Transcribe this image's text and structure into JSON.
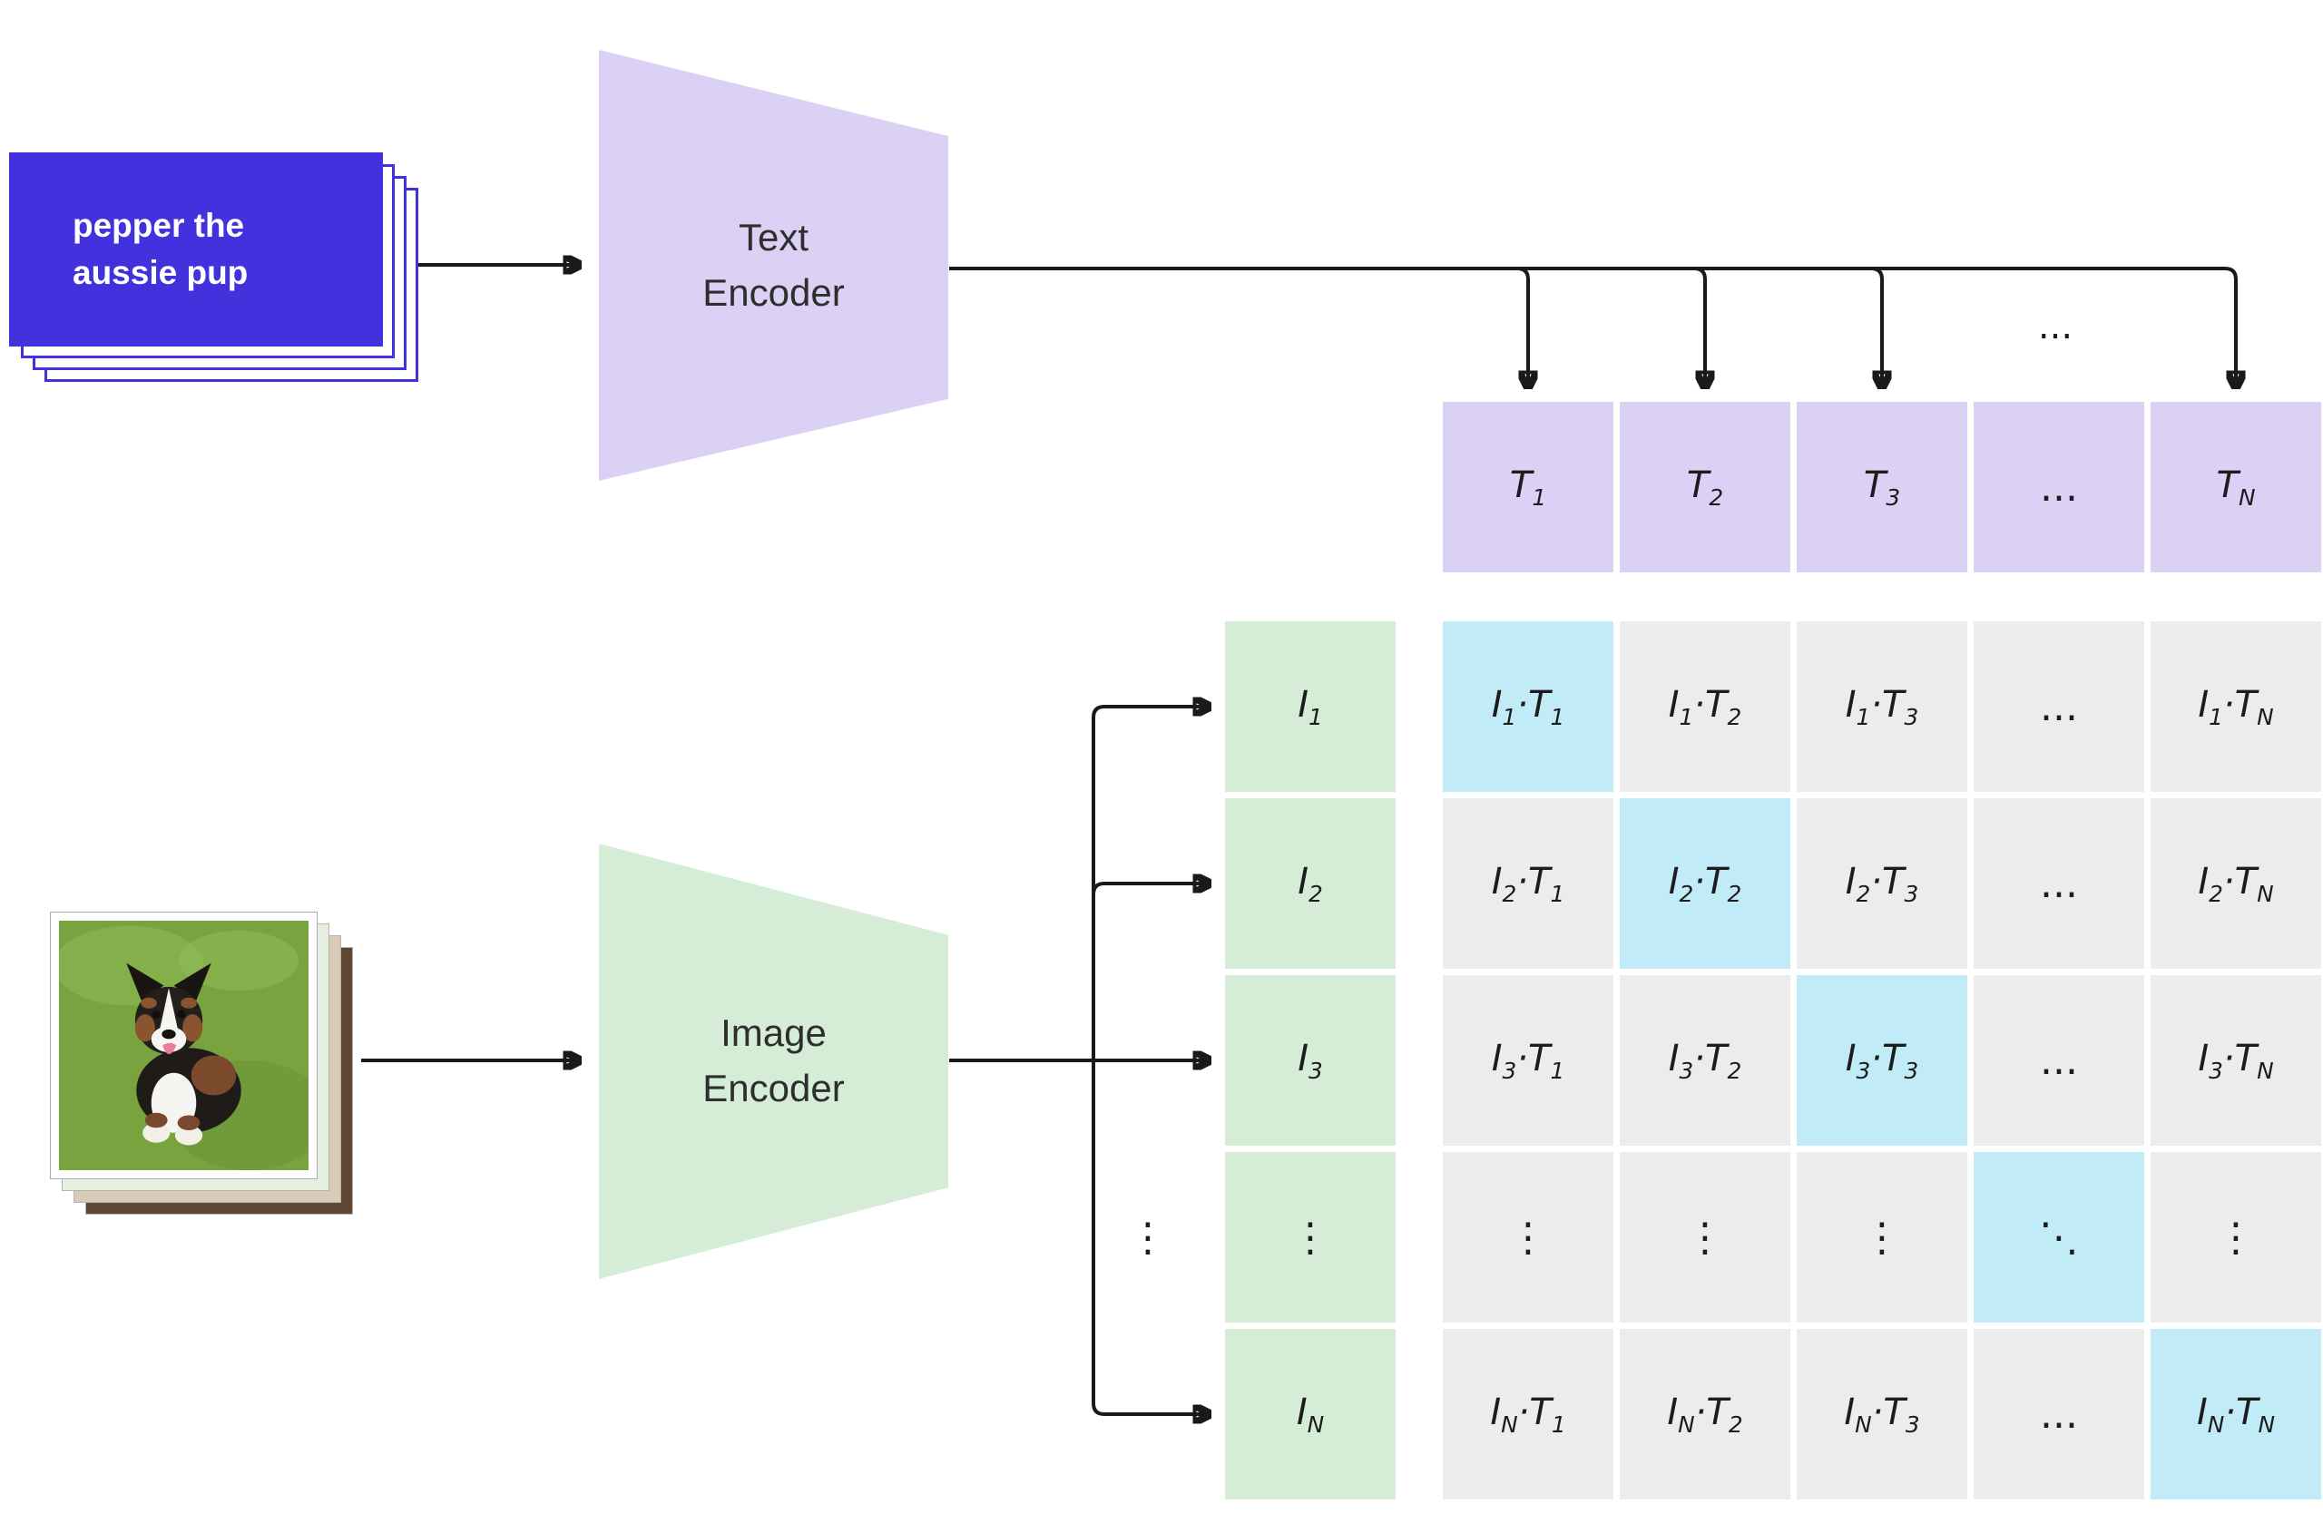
{
  "text_input": {
    "lines": [
      "pepper the",
      "aussie pup"
    ]
  },
  "encoders": {
    "text": {
      "label_lines": [
        "Text",
        "Encoder"
      ]
    },
    "image": {
      "label_lines": [
        "Image",
        "Encoder"
      ]
    }
  },
  "embeddings": {
    "text_row": [
      {
        "p1": "T",
        "s1": "1"
      },
      {
        "p1": "T",
        "s1": "2"
      },
      {
        "p1": "T",
        "s1": "3"
      },
      {
        "p1": "...",
        "up": true
      },
      {
        "p1": "T",
        "s1": "N"
      }
    ],
    "image_col": [
      {
        "p1": "I",
        "s1": "1"
      },
      {
        "p1": "I",
        "s1": "2"
      },
      {
        "p1": "I",
        "s1": "3"
      },
      {
        "p1": "⋮",
        "up": true
      },
      {
        "p1": "I",
        "s1": "N"
      }
    ]
  },
  "matrix": {
    "rows": [
      [
        {
          "p1": "I",
          "s1": "1",
          "p2": "·T",
          "s2": "1",
          "hl": true
        },
        {
          "p1": "I",
          "s1": "1",
          "p2": "·T",
          "s2": "2"
        },
        {
          "p1": "I",
          "s1": "1",
          "p2": "·T",
          "s2": "3"
        },
        {
          "p1": "...",
          "up": true
        },
        {
          "p1": "I",
          "s1": "1",
          "p2": "·T",
          "s2": "N"
        }
      ],
      [
        {
          "p1": "I",
          "s1": "2",
          "p2": "·T",
          "s2": "1"
        },
        {
          "p1": "I",
          "s1": "2",
          "p2": "·T",
          "s2": "2",
          "hl": true
        },
        {
          "p1": "I",
          "s1": "2",
          "p2": "·T",
          "s2": "3"
        },
        {
          "p1": "...",
          "up": true
        },
        {
          "p1": "I",
          "s1": "2",
          "p2": "·T",
          "s2": "N"
        }
      ],
      [
        {
          "p1": "I",
          "s1": "3",
          "p2": "·T",
          "s2": "1"
        },
        {
          "p1": "I",
          "s1": "3",
          "p2": "·T",
          "s2": "2"
        },
        {
          "p1": "I",
          "s1": "3",
          "p2": "·T",
          "s2": "3",
          "hl": true
        },
        {
          "p1": "...",
          "up": true
        },
        {
          "p1": "I",
          "s1": "3",
          "p2": "·T",
          "s2": "N"
        }
      ],
      [
        {
          "p1": "⋮",
          "up": true
        },
        {
          "p1": "⋮",
          "up": true
        },
        {
          "p1": "⋮",
          "up": true
        },
        {
          "p1": "⋱",
          "up": true,
          "hl": true
        },
        {
          "p1": "⋮",
          "up": true
        }
      ],
      [
        {
          "p1": "I",
          "s1": "N",
          "p2": "·T",
          "s2": "1"
        },
        {
          "p1": "I",
          "s1": "N",
          "p2": "·T",
          "s2": "2"
        },
        {
          "p1": "I",
          "s1": "N",
          "p2": "·T",
          "s2": "3"
        },
        {
          "p1": "...",
          "up": true
        },
        {
          "p1": "I",
          "s1": "N",
          "p2": "·T",
          "s2": "N",
          "hl": true
        }
      ]
    ]
  },
  "dots": {
    "top_ellipsis": "...",
    "left_vdots": "⋮"
  },
  "photo": {
    "description": "aussie puppy sitting on grass"
  },
  "colors": {
    "card_blue": "#4232dd",
    "text_lavender": "#dad1f4",
    "image_green": "#d5edd6",
    "matrix_gray": "#ececec",
    "diagonal_cyan": "#c2ebf8",
    "arrow": "#1a1a1a"
  }
}
